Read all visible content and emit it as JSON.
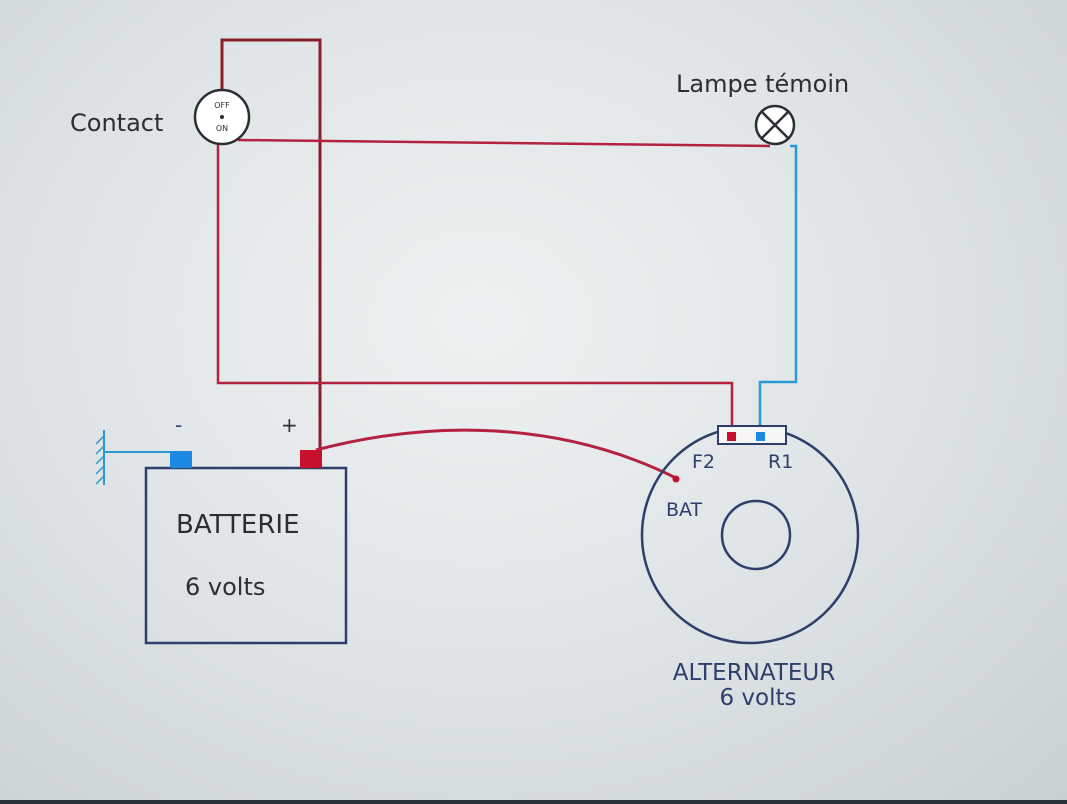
{
  "labels": {
    "contact": "Contact",
    "switch_off": "OFF",
    "switch_on": "ON",
    "lamp": "Lampe témoin",
    "minus": "-",
    "plus": "+",
    "battery_name": "BATTERIE",
    "battery_voltage": "6 volts",
    "terminal_f2": "F2",
    "terminal_r1": "R1",
    "terminal_bat": "BAT",
    "alternator_name": "ALTERNATEUR",
    "alternator_voltage": "6 volts"
  },
  "colors": {
    "wire_red": "#b3223f",
    "wire_dark_red": "#8a1f2c",
    "wire_blue": "#2a9ad6",
    "outline": "#2d3f6a",
    "terminal_red": "#c8102e",
    "terminal_blue": "#1e88e5"
  }
}
